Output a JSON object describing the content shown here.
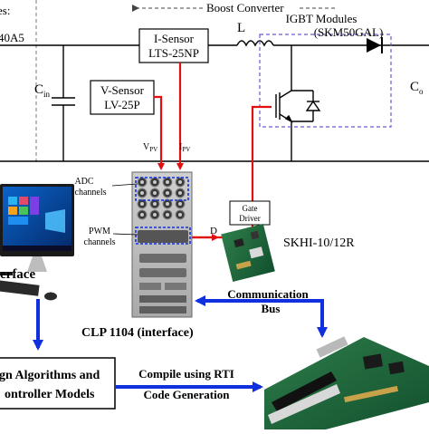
{
  "labels": {
    "boost_converter": "Boost Converter",
    "inputs_fragment": "es:",
    "sensor_fragment": "40A5",
    "inductor": "L",
    "igbt_title": "IGBT Modules",
    "igbt_part": "(SKM50GAL)",
    "input_cap": "C",
    "input_cap_sub": "in",
    "output_cap": "C",
    "output_cap_sub": "o",
    "i_sensor_title": "I-Sensor",
    "i_sensor_part": "LTS-25NP",
    "v_sensor_title": "V-Sensor",
    "v_sensor_part": "LV-25P",
    "vpv": "V",
    "vpv_sub": "PV",
    "ipv": "I",
    "ipv_sub": "PV",
    "adc_line1": "ADC",
    "adc_line2": "channels",
    "pwm_line1": "PWM",
    "pwm_line2": "channels",
    "d_signal": "D",
    "gate_driver_line1": "Gate",
    "gate_driver_line2": "Driver",
    "gate_driver_part": "SKHI-10/12R",
    "interface_fragment": "erface",
    "communication_line1": "Communication",
    "communication_line2": "Bus",
    "clp": "CLP 1104 (interface)",
    "design_line1": "gn Algorithms and",
    "design_line2": "ontroller Models",
    "compile_line1": "Compile using RTI",
    "compile_line2": "Code Generation"
  },
  "colors": {
    "power_wire": "#000000",
    "sensor_signal": "#e01010",
    "communication": "#1030e0",
    "dashed_box": "#6a5acd",
    "desk_screen": "#0a63c9"
  },
  "icons": {
    "computer": "desktop-computer-icon",
    "clp_board": "dspace-clp1104-panel",
    "gate_driver_board": "circuit-board",
    "dspace_card": "pci-card"
  }
}
